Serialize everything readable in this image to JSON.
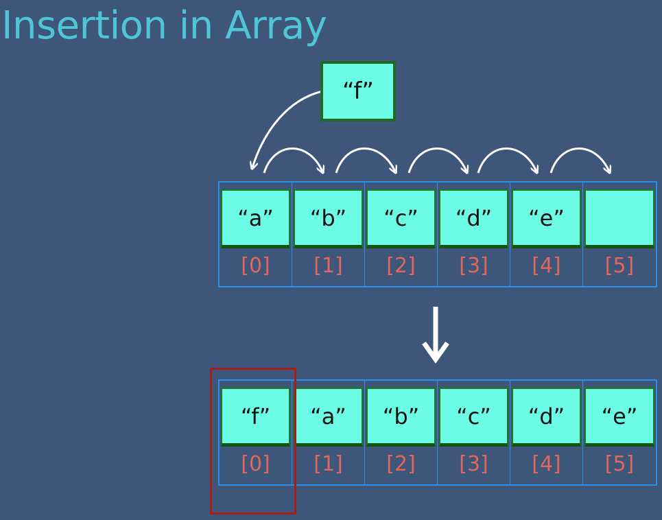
{
  "title": "Insertion in Array",
  "new_element": "“f”",
  "before": {
    "values": [
      "“a”",
      "“b”",
      "“c”",
      "“d”",
      "“e”",
      ""
    ],
    "indices": [
      "[0]",
      "[1]",
      "[2]",
      "[3]",
      "[4]",
      "[5]"
    ]
  },
  "after": {
    "values": [
      "“f”",
      "“a”",
      "“b”",
      "“c”",
      "“d”",
      "“e”"
    ],
    "indices": [
      "[0]",
      "[1]",
      "[2]",
      "[3]",
      "[4]",
      "[5]"
    ]
  },
  "colors": {
    "background": "#3d5679",
    "title": "#4fc6d8",
    "cell_fill": "#6cfce6",
    "cell_border": "#1f6b1f",
    "array_border": "#2a8fe6",
    "index_text": "#e0675b",
    "highlight": "#a51f1a",
    "arrow": "#ffffff"
  }
}
